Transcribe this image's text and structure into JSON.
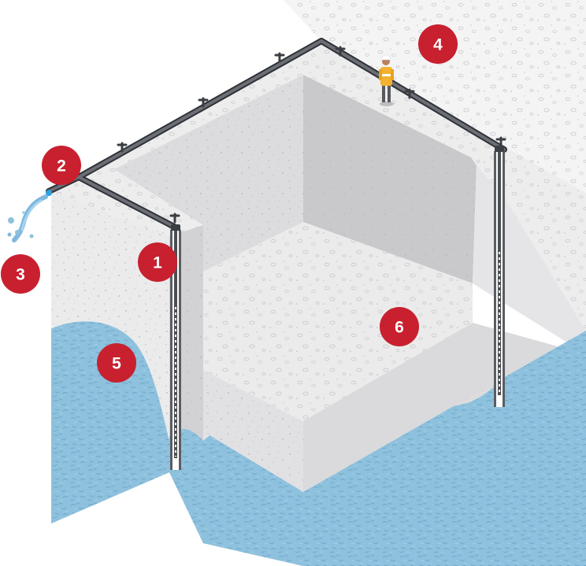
{
  "colors": {
    "badge": "#c8202f",
    "badge_text": "#ffffff",
    "soil_light": "#eeeeef",
    "soil_mid": "#e2e2e4",
    "soil_shadow": "#cfcfd2",
    "soil_dark": "#bcbcc0",
    "groundwater": "#8ec1dd",
    "groundwater_dark": "#6fa9c9",
    "pipe": "#4a4d52",
    "well_casing": "#55585d",
    "discharge_water": "#7fb8dc"
  },
  "icons": [
    "dewatering-pipe-icon",
    "wellpoint-icon",
    "worker-icon",
    "water-discharge-icon"
  ],
  "markers": [
    {
      "label": "1",
      "part": "wellpoint"
    },
    {
      "label": "2",
      "part": "header-pipe"
    },
    {
      "label": "3",
      "part": "discharge"
    },
    {
      "label": "4",
      "part": "ground-surface"
    },
    {
      "label": "5",
      "part": "groundwater"
    },
    {
      "label": "6",
      "part": "excavation-floor"
    }
  ]
}
